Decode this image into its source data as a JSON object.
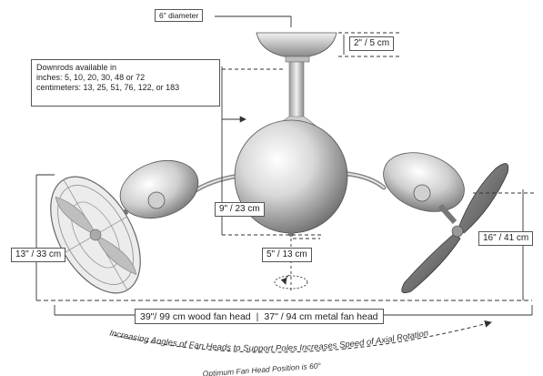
{
  "labels": {
    "canopy_diameter": "6\" diameter",
    "canopy_height": "2\" / 5 cm",
    "downrods_line1": "Downrods available in",
    "downrods_line2": "inches: 5, 10, 20, 30, 48 or 72",
    "downrods_line3": "centimeters: 13, 25, 51, 76, 122, or 183",
    "body_height": "9\" / 23 cm",
    "bottom_drop": "5\" / 13 cm",
    "left_head_height": "13\" / 33 cm",
    "right_head_height": "16\" / 41 cm",
    "wood_width": "39\"/ 99 cm  wood fan head",
    "metal_width": "37\" / 94 cm  metal fan head",
    "curve_caption": "Increasing Angles of Fan Heads to Support Poles Increases Speed of Axial Rotation",
    "optimum_caption": "Optimum Fan Head Position is 60°"
  }
}
